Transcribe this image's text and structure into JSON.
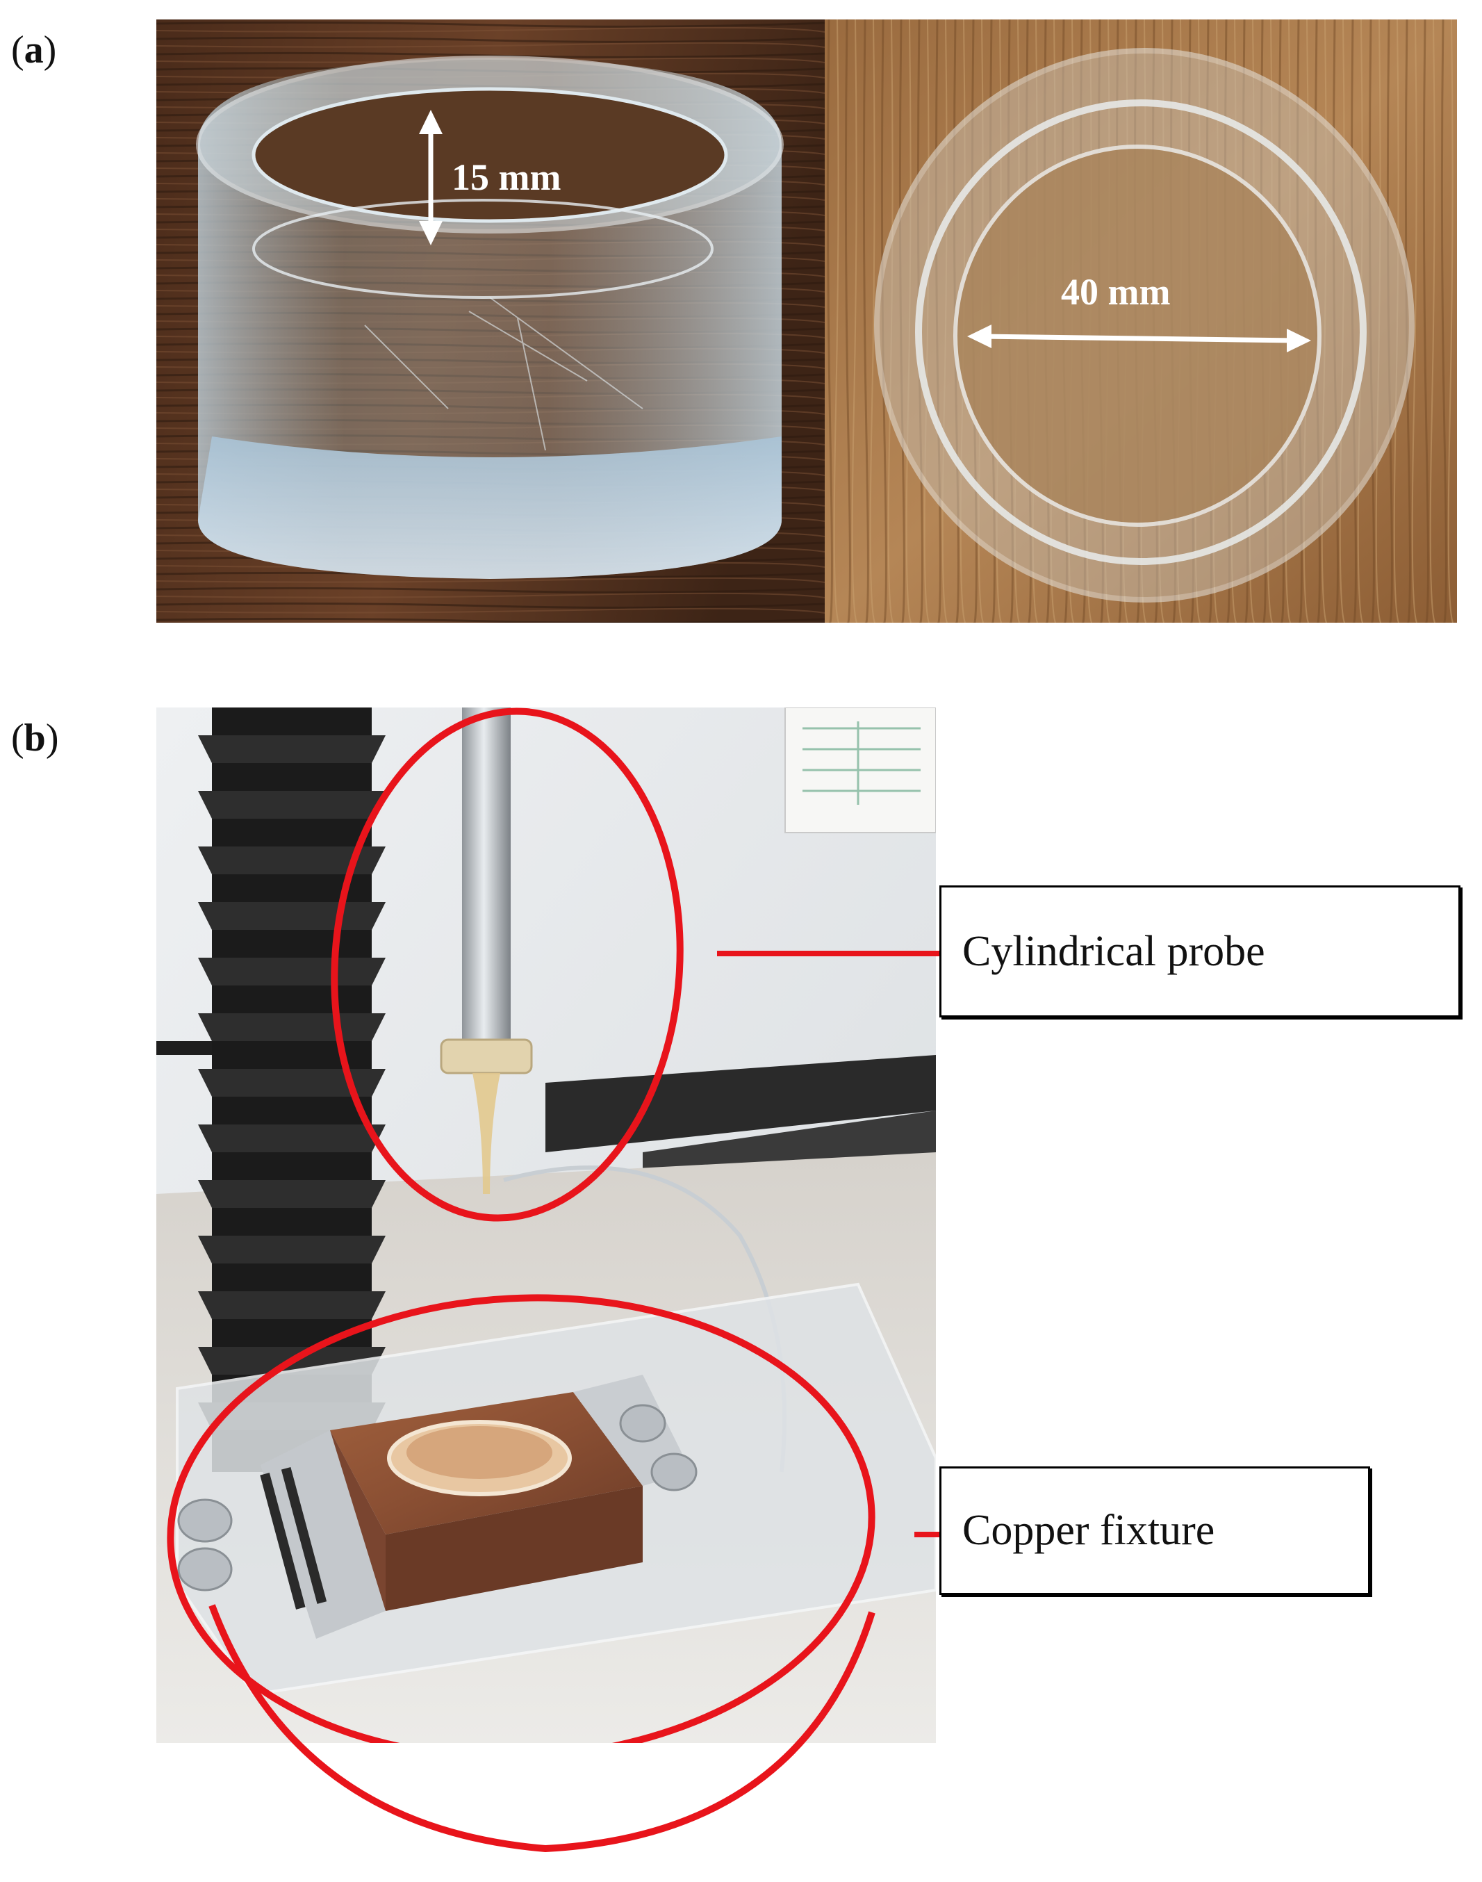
{
  "panel_a": {
    "label_open": "(",
    "label_letter": "a",
    "label_close": ")",
    "height_annotation": "15 mm",
    "diameter_annotation": "40 mm"
  },
  "panel_b": {
    "label_open": "(",
    "label_letter": "b",
    "label_close": ")",
    "callouts": [
      {
        "text": "Cylindrical probe"
      },
      {
        "text": "Copper fixture"
      }
    ],
    "highlight_color": "#e8141b"
  }
}
